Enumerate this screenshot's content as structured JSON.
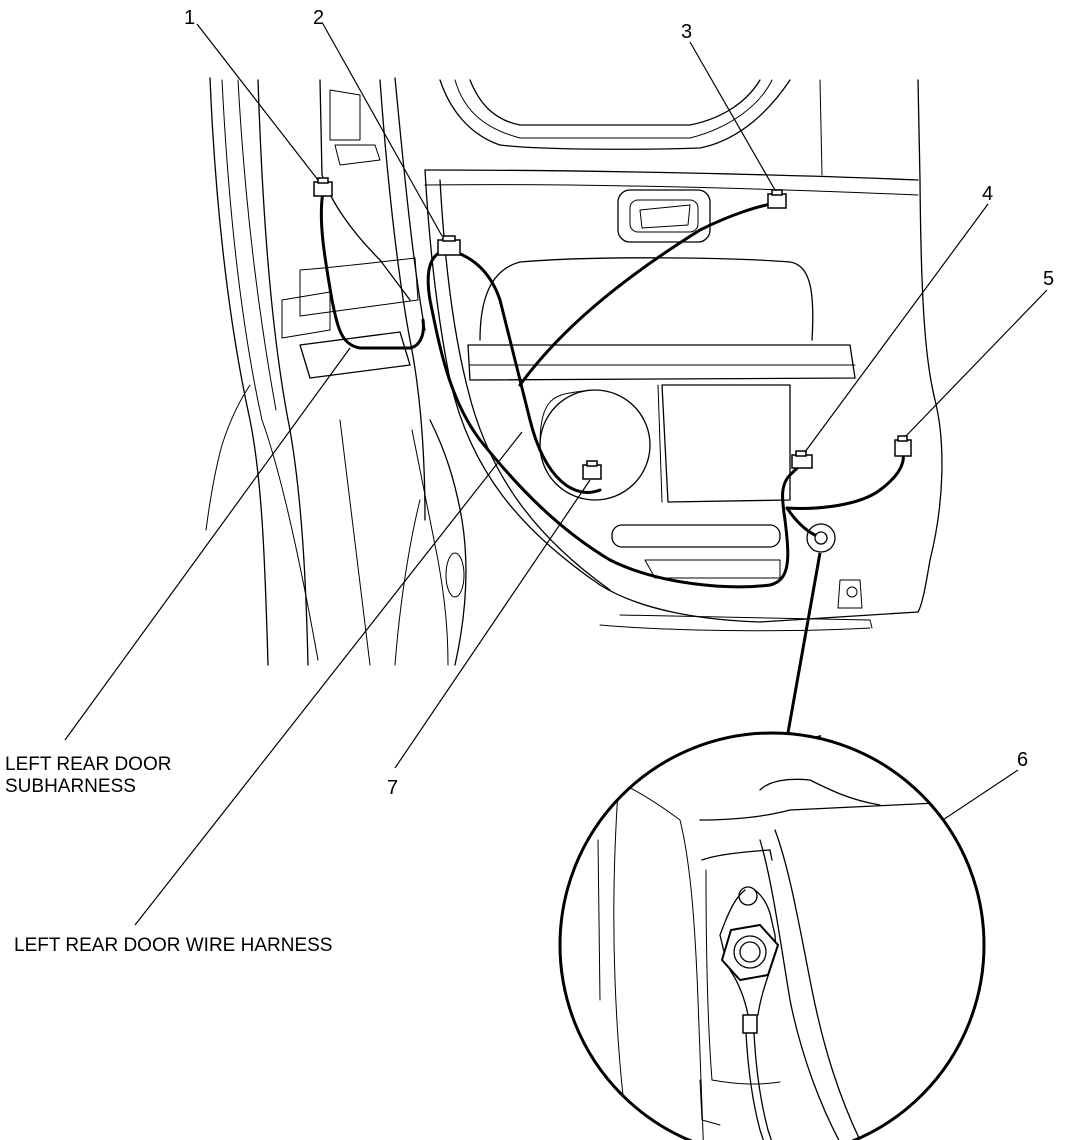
{
  "callouts": {
    "c1": "1",
    "c2": "2",
    "c3": "3",
    "c4": "4",
    "c5": "5",
    "c6": "6",
    "c7": "7"
  },
  "labels": {
    "subharness_line1": "LEFT REAR DOOR",
    "subharness_line2": "SUBHARNESS",
    "wire_harness": "LEFT REAR DOOR WIRE HARNESS"
  }
}
